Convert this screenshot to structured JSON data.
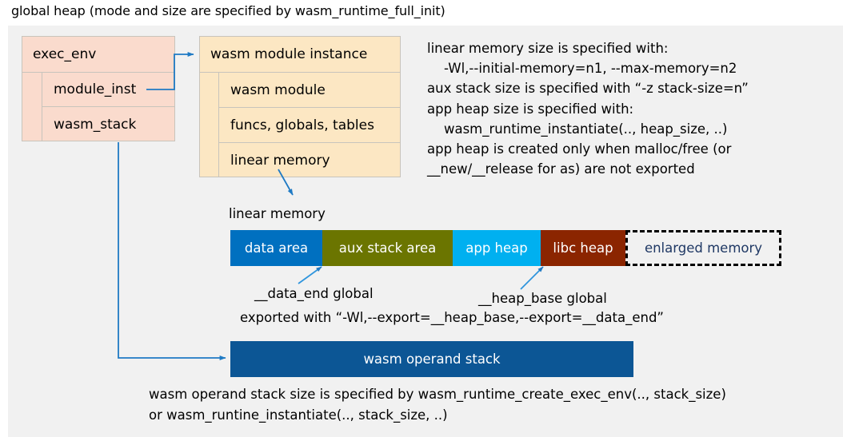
{
  "title": "global heap (mode and size are specified by wasm_runtime_full_init)",
  "colors": {
    "page_background": "#ffffff",
    "panel_background": "#f1f1f1",
    "exec_env_fill": "#fadbcd",
    "module_instance_fill": "#fce7c3",
    "box_border": "#c8c4bc",
    "connector": "#1f7ac4",
    "data_area": "#0070c0",
    "aux_stack_area": "#6b7500",
    "app_heap": "#00b0f0",
    "libc_heap": "#8b2500",
    "enlarged_memory_text": "#1f3864",
    "enlarged_memory_border": "#000000",
    "operand_stack_fill": "#0c5695",
    "text": "#000000",
    "segment_label": "#ffffff"
  },
  "exec_env": {
    "header": "exec_env",
    "fields": [
      {
        "label": "module_inst"
      },
      {
        "label": "wasm_stack"
      }
    ]
  },
  "module_instance": {
    "header": "wasm module instance",
    "fields": [
      {
        "label": "wasm module"
      },
      {
        "label": "funcs, globals, tables"
      },
      {
        "label": "linear memory"
      }
    ]
  },
  "notes": {
    "lines": [
      "linear memory size is specified with:",
      "    -Wl,--initial-memory=n1, --max-memory=n2",
      "aux stack size is specified with “-z stack-size=n”",
      "app heap size is specified with:",
      "    wasm_runtime_instantiate(.., heap_size, ..)",
      "app heap is created only when malloc/free (or",
      "__new/__release for as) are not exported"
    ]
  },
  "linear_memory": {
    "caption": "linear memory",
    "segments": [
      {
        "label": "data area",
        "color": "#0070c0",
        "width": 115,
        "style": "solid"
      },
      {
        "label": "aux stack area",
        "color": "#6b7500",
        "width": 163,
        "style": "solid"
      },
      {
        "label": "app heap",
        "color": "#00b0f0",
        "width": 110,
        "style": "solid"
      },
      {
        "label": "libc heap",
        "color": "#8b2500",
        "width": 106,
        "style": "solid"
      },
      {
        "label": "enlarged memory",
        "color": "#f1f1f1",
        "width": 195,
        "style": "dashed"
      }
    ]
  },
  "pointers": {
    "data_end": "__data_end global",
    "heap_base": "__heap_base global",
    "exported": "exported with “-Wl,--export=__heap_base,--export=__data_end”"
  },
  "operand_stack": {
    "label": "wasm operand stack"
  },
  "bottom_notes": {
    "lines": [
      "wasm operand stack size is specified by wasm_runtime_create_exec_env(.., stack_size)",
      "or wasm_runtine_instantiate(.., stack_size, ..)"
    ]
  }
}
